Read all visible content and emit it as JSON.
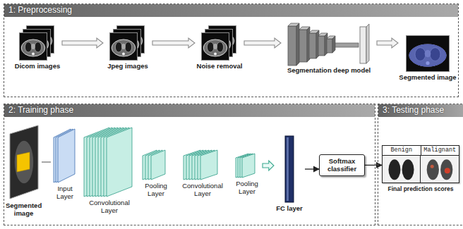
{
  "diagram": {
    "nodes": [
      {
        "text": [
          "1: Preprocessing"
        ]
      },
      {
        "text": [
          "Dicom images"
        ],
        "in": 0
      },
      {
        "text": [
          "Jpeg images"
        ],
        "in": 0
      },
      {
        "text": [
          "Noise removal"
        ],
        "in": 0
      },
      {
        "text": [
          "Segmentation deep model"
        ],
        "in": 0
      },
      {
        "text": [
          "Segmented image"
        ],
        "in": 0
      },
      {
        "text": [
          "2: Training phase"
        ]
      },
      {
        "text": [
          "Segmented image"
        ],
        "in": 6
      },
      {
        "text": [
          "Input Layer"
        ],
        "in": 6
      },
      {
        "text": [
          "Convolutional Layer"
        ],
        "in": 6
      },
      {
        "text": [
          "Pooling Layer"
        ],
        "in": 6
      },
      {
        "text": [
          "Convolutional Layer"
        ],
        "in": 6
      },
      {
        "text": [
          "Pooling Layer"
        ],
        "in": 6
      },
      {
        "text": [
          "FC layer"
        ],
        "in": 6
      },
      {
        "text": [
          "Softmax classifier"
        ],
        "in": 6
      },
      {
        "text": [
          "3: Testing phase"
        ]
      },
      {
        "text": [
          "Benign",
          "Malignant",
          "Final prediction scores"
        ],
        "in": 15
      }
    ],
    "edges": [
      {
        "from": 1,
        "to": 2,
        "arrow": "to"
      },
      {
        "from": 2,
        "to": 3,
        "arrow": "to"
      },
      {
        "from": 3,
        "to": 4,
        "arrow": "to"
      },
      {
        "from": 4,
        "to": 5,
        "arrow": "to"
      },
      {
        "from": 7,
        "to": 8,
        "arrow": "none"
      },
      {
        "from": 12,
        "to": 13,
        "arrow": "to"
      },
      {
        "from": 13,
        "to": 14,
        "arrow": "to"
      },
      {
        "from": 14,
        "to": 16,
        "arrow": "to"
      }
    ]
  }
}
